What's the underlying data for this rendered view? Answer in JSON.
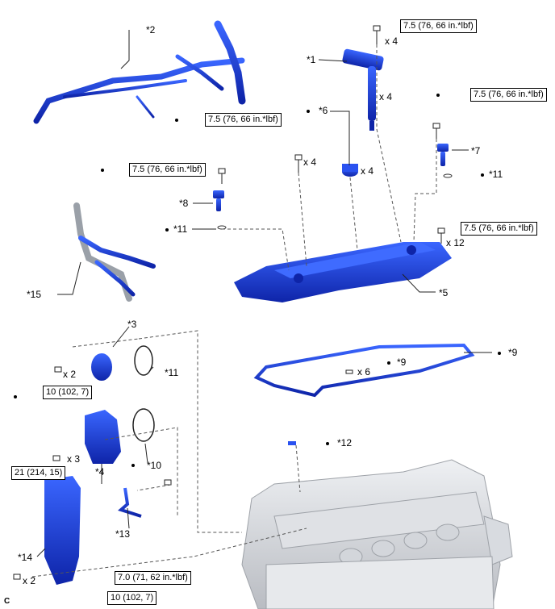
{
  "callouts": {
    "c1": "*1",
    "c2": "*2",
    "c3": "*3",
    "c4": "*4",
    "c5": "*5",
    "c6": "*6",
    "c7": "*7",
    "c8": "*8",
    "c9a": "*9",
    "c9b": "*9",
    "c10": "*10",
    "c11a": "*11",
    "c11b": "*11",
    "c11c": "*11",
    "c12a": "*12",
    "c13": "*13",
    "c14": "*14",
    "c15": "*15"
  },
  "quantities": {
    "q_coil_bolts": "x 4",
    "q_coils": "x 4",
    "q_cover_bolts": "x 4",
    "q_seals": "x 4",
    "q_vvt_bolts": "x 12",
    "q_pump_bolts": "x 2",
    "q_cover4_bolts": "x 3",
    "q_gasket_bolts": "x 6",
    "q_case_bolts": "x 2"
  },
  "torques": {
    "t1": "7.5 (76, 66 in.*lbf)",
    "t2": "7.5 (76, 66 in.*lbf)",
    "t3": "7.5 (76, 66 in.*lbf)",
    "t4": "7.5 (76, 66 in.*lbf)",
    "t5": "7.5 (76, 66 in.*lbf)",
    "t6": "10 (102, 7)",
    "t7": "21 (214, 15)",
    "t8": "7.0 (71, 62 in.*lbf)",
    "t9": "10 (102, 7)"
  },
  "figure_code": "C",
  "colors": {
    "part_blue": "#1a3fd6",
    "part_dark": "#0b1f9a",
    "engine_gray": "#c8cbd0",
    "line": "#333333"
  }
}
